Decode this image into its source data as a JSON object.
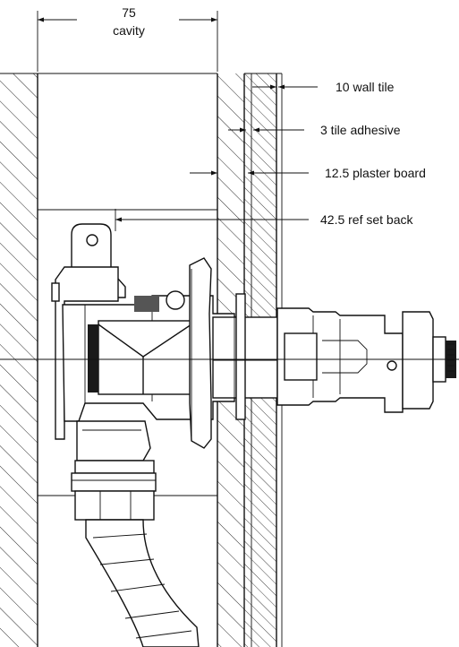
{
  "dimensions": {
    "cavity_value": "75",
    "cavity_word": "cavity"
  },
  "callouts": [
    {
      "id": "wall-tile",
      "text": "10 wall tile"
    },
    {
      "id": "tile-adhesive",
      "text": "3 tile adhesive"
    },
    {
      "id": "plaster-board",
      "text": "12.5 plaster board"
    },
    {
      "id": "set-back",
      "text": "42.5 ref set back"
    }
  ],
  "colors": {
    "line": "#111111",
    "fill_dark": "#1a1a1a",
    "fill_mid": "#555555",
    "background": "#ffffff"
  }
}
